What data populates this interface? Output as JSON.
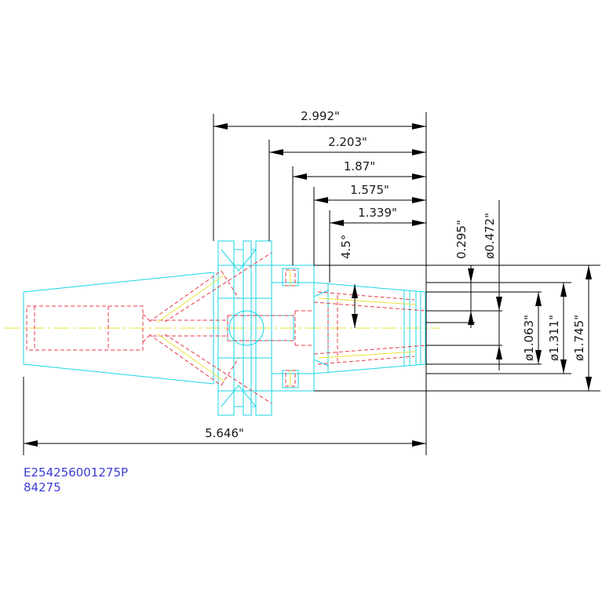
{
  "dimensions": {
    "d2992": "2.992\"",
    "d2203": "2.203\"",
    "d187": "1.87\"",
    "d1575": "1.575\"",
    "d1339": "1.339\"",
    "d5646": "5.646\"",
    "angle": "4.5°",
    "d0295": "0.295\"",
    "dia0472": "ø0.472\"",
    "dia1063": "ø1.063\"",
    "dia1311": "ø1.311\"",
    "dia1745": "ø1.745\""
  },
  "part": {
    "code": "E254256001275P",
    "number": "84275"
  },
  "colors": {
    "outline": "#19d6e6",
    "hidden": "#e8394a",
    "center": "#e9e23a",
    "dimension": "#000000",
    "label": "#3b3bd6"
  }
}
